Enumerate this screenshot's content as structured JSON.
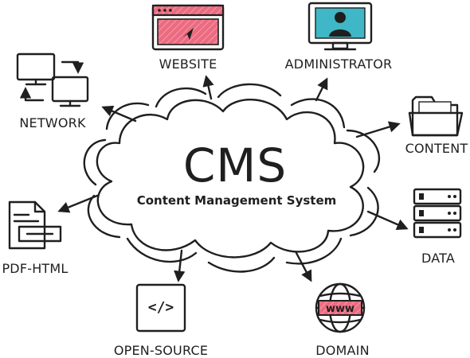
{
  "center": {
    "title": "CMS",
    "subtitle": "Content Management System"
  },
  "nodes": [
    {
      "id": "website",
      "label": "WEBSITE",
      "icon": "browser-window-icon"
    },
    {
      "id": "administrator",
      "label": "ADMINISTRATOR",
      "icon": "admin-monitor-icon"
    },
    {
      "id": "network",
      "label": "NETWORK",
      "icon": "network-computers-icon"
    },
    {
      "id": "content",
      "label": "CONTENT",
      "icon": "folder-icon"
    },
    {
      "id": "pdf-html",
      "label": "PDF-HTML",
      "icon": "document-icon"
    },
    {
      "id": "data",
      "label": "DATA",
      "icon": "server-stack-icon"
    },
    {
      "id": "open-source",
      "label": "OPEN-SOURCE",
      "icon": "code-icon"
    },
    {
      "id": "domain",
      "label": "DOMAIN",
      "icon": "www-globe-icon"
    }
  ],
  "colors": {
    "ink": "#1f1f1f",
    "blue": "#2f7fd9",
    "pink": "#ec6b80",
    "teal": "#3fb7c6",
    "lime": "#c9dd3e",
    "yellow": "#e8e35a"
  }
}
